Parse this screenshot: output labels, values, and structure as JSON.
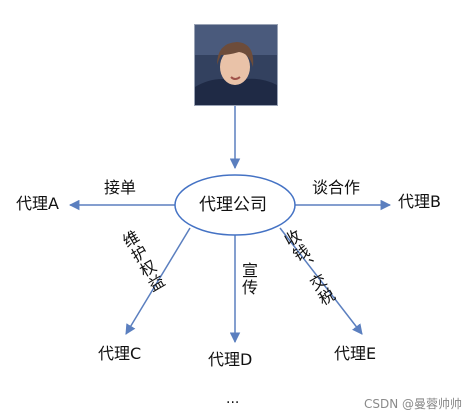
{
  "nodes": {
    "center": "代理公司",
    "agent_a": "代理A",
    "agent_b": "代理B",
    "agent_c": "代理C",
    "agent_d": "代理D",
    "agent_e": "代理E",
    "more": "..."
  },
  "edges": {
    "to_a": "接单",
    "to_b": "谈合作",
    "to_c": "维护权益",
    "to_d": "宣传",
    "to_e": "收钱、交税"
  },
  "watermark": "CSDN @曼蓉帅帅",
  "colors": {
    "arrow": "#5b7fbf",
    "ellipse_stroke": "#4472c4",
    "text": "#111111"
  },
  "icons": {
    "photo": "person-photo"
  }
}
